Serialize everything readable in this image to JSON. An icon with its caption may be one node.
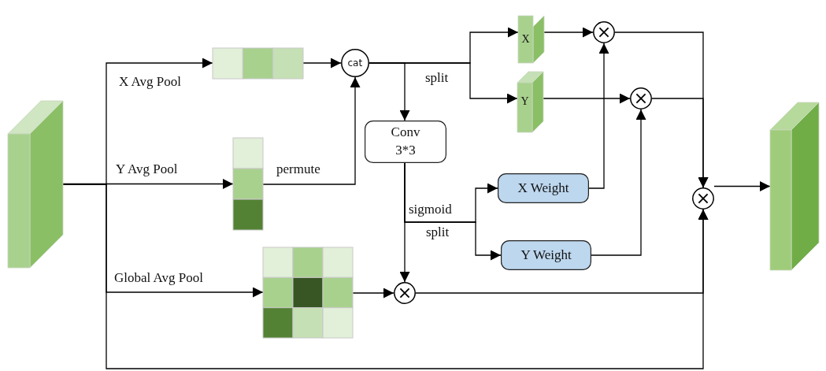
{
  "diagram": {
    "nodes": [
      {
        "text": [],
        "shape": "box"
      },
      {
        "text": [],
        "shape": "box"
      },
      {
        "text": [],
        "shape": "box"
      },
      {
        "text": [],
        "shape": "box"
      },
      {
        "text": [
          "cat"
        ]
      },
      {
        "text": [
          "Conv 3*3"
        ]
      },
      {
        "text": [
          "X"
        ]
      },
      {
        "text": [
          "Y"
        ]
      },
      {
        "text": [],
        "shape": "circle"
      },
      {
        "text": [],
        "shape": "circle"
      },
      {
        "text": [
          "X Weight"
        ]
      },
      {
        "text": [
          "Y Weight"
        ]
      },
      {
        "text": [],
        "shape": "circle"
      },
      {
        "text": [],
        "shape": "circle"
      },
      {
        "text": [],
        "shape": "box"
      }
    ],
    "edges": [
      {
        "from": 0,
        "to": 1,
        "arrow": "to",
        "label": "X Avg Pool"
      },
      {
        "from": 0,
        "to": 2,
        "arrow": "to",
        "label": "Y Avg Pool"
      },
      {
        "from": 0,
        "to": 3,
        "arrow": "to",
        "label": "Global Avg Pool"
      },
      {
        "from": 0,
        "to": 13,
        "arrow": "to"
      },
      {
        "from": 1,
        "to": 4,
        "arrow": "to"
      },
      {
        "from": 2,
        "to": 4,
        "arrow": "to",
        "label": "permute"
      },
      {
        "from": 4,
        "to": 6,
        "arrow": "to",
        "label": "split"
      },
      {
        "from": 4,
        "to": 7,
        "arrow": "to"
      },
      {
        "from": 4,
        "to": 5,
        "arrow": "to"
      },
      {
        "from": 5,
        "to": 10,
        "arrow": "to"
      },
      {
        "from": 5,
        "to": 11,
        "arrow": "to"
      },
      {
        "from": 5,
        "to": 12,
        "arrow": "to"
      },
      {
        "from": 3,
        "to": 12,
        "arrow": "to"
      },
      {
        "from": 6,
        "to": 8,
        "arrow": "to"
      },
      {
        "from": 7,
        "to": 9,
        "arrow": "to"
      },
      {
        "from": 10,
        "to": 8,
        "arrow": "to"
      },
      {
        "from": 11,
        "to": 9,
        "arrow": "to"
      },
      {
        "from": 8,
        "to": 13,
        "arrow": "to"
      },
      {
        "from": 9,
        "to": 13,
        "arrow": "to"
      },
      {
        "from": 12,
        "to": 13,
        "arrow": "to"
      },
      {
        "from": 13,
        "to": 14,
        "arrow": "to"
      }
    ],
    "labels": [
      "sigmoid",
      "split"
    ]
  }
}
